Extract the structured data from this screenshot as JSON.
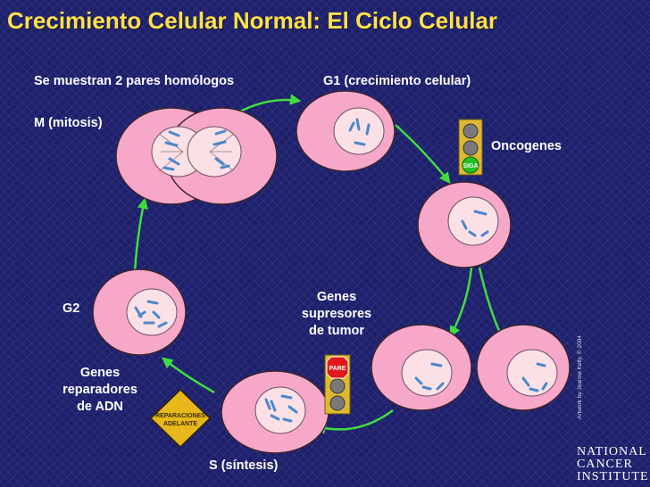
{
  "title": "Crecimiento Celular Normal: El Ciclo Celular",
  "labels": {
    "homologous_pairs": "Se muestran 2 pares homólogos",
    "g1": "G1 (crecimiento celular)",
    "mitosis": "M (mitosis)",
    "oncogenes": "Oncogenes",
    "suppressors": [
      "Genes",
      "supresores",
      "de tumor"
    ],
    "g2": "G2",
    "repair_genes": [
      "Genes",
      "reparadores",
      "de ADN"
    ],
    "synthesis": "S (síntesis)"
  },
  "signs": {
    "go": "SIGA",
    "stop": "PARE",
    "repairs": [
      "REPARACIONES",
      "ADELANTE"
    ]
  },
  "credit": "Artwork by Jeanne Kelly. © 2004.",
  "logo": [
    "NATIONAL",
    "CANCER",
    "INSTITUTE"
  ],
  "colors": {
    "title": "#ffe14a",
    "cell_fill": "#f7a8c8",
    "nucleus_fill": "#fbe0e6",
    "chromosome": "#4a88cc",
    "arrow": "#40dd40",
    "background": "#1f2168",
    "stop_sign": "#e01818",
    "go_light": "#20c020",
    "diamond": "#e8b81a"
  }
}
